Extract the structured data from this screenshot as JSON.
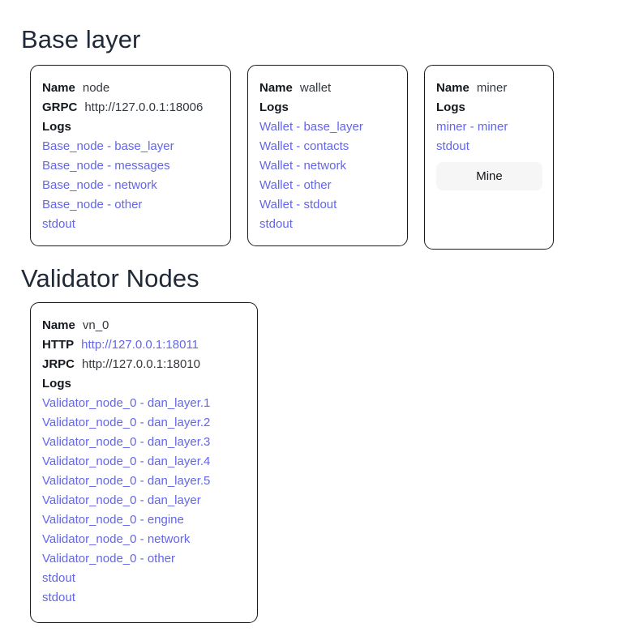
{
  "sections": [
    {
      "id": "base-layer",
      "title": "Base layer",
      "cards": [
        {
          "id": "node",
          "fields": [
            {
              "label": "Name",
              "value": "node",
              "is_link": false
            },
            {
              "label": "GRPC",
              "value": "http://127.0.0.1:18006",
              "is_link": false
            }
          ],
          "logs_label": "Logs",
          "logs": [
            "Base_node - base_layer",
            "Base_node - messages",
            "Base_node - network",
            "Base_node - other",
            "stdout"
          ],
          "button": null
        },
        {
          "id": "wallet",
          "fields": [
            {
              "label": "Name",
              "value": "wallet",
              "is_link": false
            }
          ],
          "logs_label": "Logs",
          "logs": [
            "Wallet - base_layer",
            "Wallet - contacts",
            "Wallet - network",
            "Wallet - other",
            "Wallet - stdout",
            "stdout"
          ],
          "button": null
        },
        {
          "id": "miner",
          "fields": [
            {
              "label": "Name",
              "value": "miner",
              "is_link": false
            }
          ],
          "logs_label": "Logs",
          "logs": [
            "miner - miner",
            "stdout"
          ],
          "button": {
            "label": "Mine"
          }
        }
      ]
    },
    {
      "id": "validator-nodes",
      "title": "Validator Nodes",
      "cards": [
        {
          "id": "vn-0",
          "fields": [
            {
              "label": "Name",
              "value": "vn_0",
              "is_link": false
            },
            {
              "label": "HTTP",
              "value": "http://127.0.0.1:18011",
              "is_link": true
            },
            {
              "label": "JRPC",
              "value": "http://127.0.0.1:18010",
              "is_link": false
            }
          ],
          "logs_label": "Logs",
          "logs": [
            "Validator_node_0 - dan_layer.1",
            "Validator_node_0 - dan_layer.2",
            "Validator_node_0 - dan_layer.3",
            "Validator_node_0 - dan_layer.4",
            "Validator_node_0 - dan_layer.5",
            "Validator_node_0 - dan_layer",
            "Validator_node_0 - engine",
            "Validator_node_0 - network",
            "Validator_node_0 - other",
            "stdout",
            "stdout"
          ],
          "button": null
        }
      ]
    }
  ],
  "colors": {
    "link": "#6366e8",
    "heading": "#1f2937",
    "label": "#14181f",
    "value": "#33383f",
    "card_border": "#1b1b1b",
    "button_bg": "#f6f6f6",
    "background": "#ffffff"
  }
}
